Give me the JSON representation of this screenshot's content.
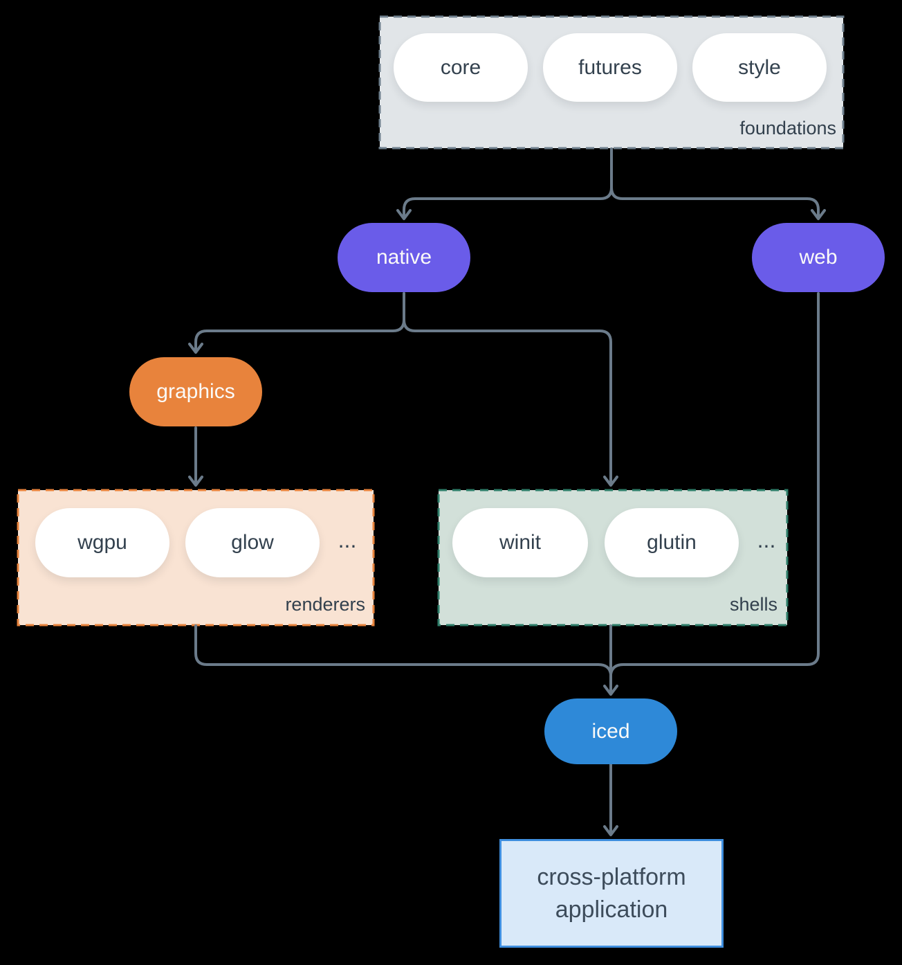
{
  "diagram": {
    "title_hint": "iced crate ecosystem diagram",
    "background_color": "#000000",
    "connector_color": "#6b7b8a",
    "groups": {
      "foundations": {
        "label": "foundations",
        "fill": "#e1e5e8",
        "border_color": "#6e7f8d",
        "pills": [
          "core",
          "futures",
          "style"
        ]
      },
      "renderers": {
        "label": "renderers",
        "fill": "#f9e3d3",
        "border_color": "#e8833c",
        "pills": [
          "wgpu",
          "glow"
        ],
        "ellipsis": "..."
      },
      "shells": {
        "label": "shells",
        "fill": "#d2e0d9",
        "border_color": "#2f7e6a",
        "pills": [
          "winit",
          "glutin"
        ],
        "ellipsis": "..."
      }
    },
    "nodes": {
      "native": {
        "label": "native",
        "fill": "#6a5ce9"
      },
      "web": {
        "label": "web",
        "fill": "#6a5ce9"
      },
      "graphics": {
        "label": "graphics",
        "fill": "#e8833c"
      },
      "iced": {
        "label": "iced",
        "fill": "#2e89d8"
      }
    },
    "application": {
      "line1": "cross-platform",
      "line2": "application",
      "fill": "#d9e9f9",
      "border_color": "#3f8ede"
    },
    "edges": [
      "foundations -> native",
      "foundations -> web",
      "native -> graphics",
      "native -> shells",
      "graphics -> renderers",
      "renderers -> iced",
      "shells -> iced",
      "web -> iced",
      "iced -> cross-platform application"
    ]
  }
}
